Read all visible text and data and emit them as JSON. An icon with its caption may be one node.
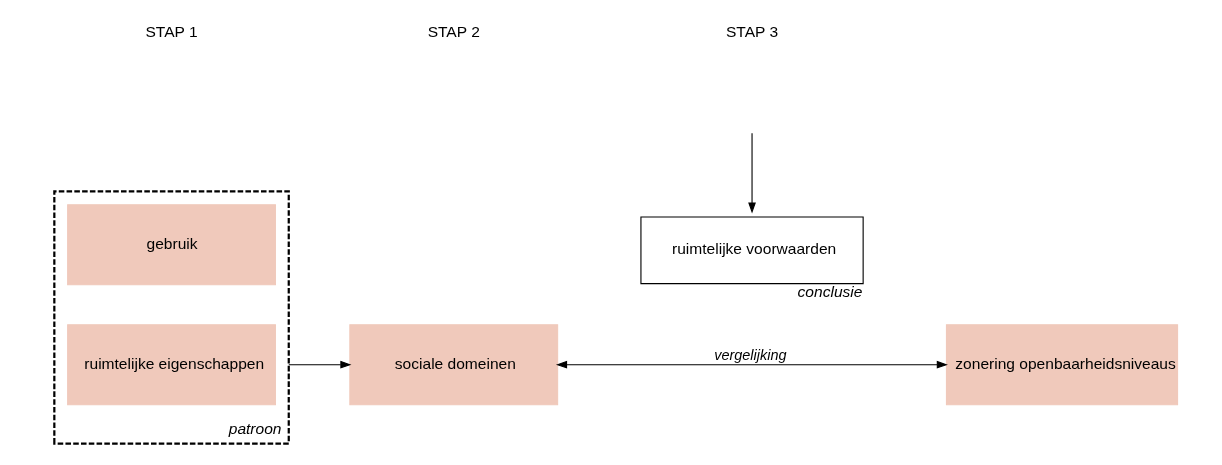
{
  "diagram": {
    "nodes": [
      {
        "text": [],
        "shape": "box",
        "beside": [
          "patroon"
        ]
      },
      {
        "text": [
          "gebruik"
        ],
        "in": 0
      },
      {
        "text": [
          "ruimtelijke eigenschappen"
        ],
        "in": 0
      },
      {
        "text": [
          "sociale domeinen"
        ]
      },
      {
        "text": [
          "zonering openbaarheidsniveaus"
        ]
      },
      {
        "text": [
          "ruimtelijke voorwaarden"
        ],
        "beside": [
          "conclusie"
        ]
      }
    ],
    "edges": [
      {
        "from": 0,
        "to": 3,
        "arrow": "to"
      },
      {
        "from": 3,
        "to": 4,
        "arrow": "both",
        "label": "vergelijking"
      },
      {
        "from": null,
        "to": 5,
        "arrow": "to"
      }
    ],
    "labels": [
      "STAP 1",
      "STAP 2",
      "STAP 3"
    ]
  }
}
